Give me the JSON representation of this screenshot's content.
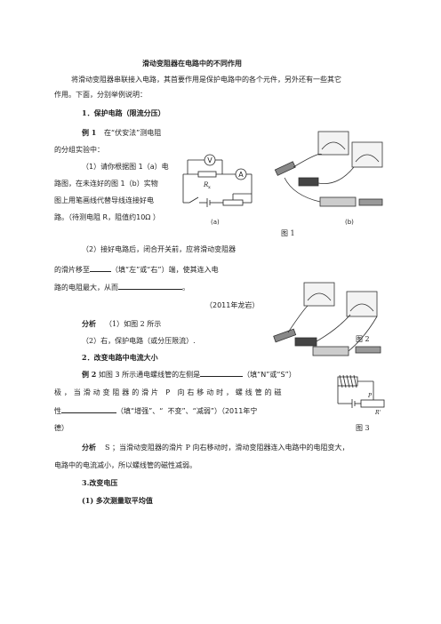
{
  "title": "滑动变阻器在电路中的不同作用",
  "intro": {
    "line1": "将滑动变阻器串联接入电路，其首要作用是保护电路中的各个元件，另外还有一些其它",
    "line2": "作用。下面，分别举例说明："
  },
  "section1": {
    "heading": "1．保护电路（限流分压）",
    "example_label": "例 1",
    "ex_line1": "在“伏安法”测电阻",
    "ex_line2": "的分组实验中：",
    "q1_line1": "（1）请你根据图 1（a）电",
    "q1_line2": "路图，在未连好的图 1（b）实物",
    "q1_line3": "图上用笔画线代替导线连接好电",
    "q1_line4": "路。（待测电阻 R，阻值约10Ω ）",
    "q2_line1": "（2）接好电路后，闭合开关前，应将滑动变阻器",
    "q2_line2a": "的滑片移至",
    "q2_line2b": "（填“左”或“右”）端，使其连入电",
    "q2_line3a": "路的电阻最大，从而",
    "q2_line3b": "。",
    "source": "（2011年龙岩）",
    "analysis_label": "分析",
    "analysis1": "（1）如图 2 所示",
    "analysis2": "（2）右，保护电路（或分压限流）."
  },
  "figure1": {
    "caption": "图 1",
    "label_a": "(a)",
    "label_b": "(b)",
    "meter_v": "V",
    "meter_a": "A",
    "resistor": "R",
    "resistor_sub": "x"
  },
  "figure2": {
    "caption": "图 2"
  },
  "section2": {
    "heading": "2．改变电路中电流大小",
    "example_label": "例 2",
    "line1a": "如图 3 所示通电螺线管的左侧是",
    "line1b": "（填“N”或“S”）",
    "line2": "极，当滑动变阻器的滑片 P 向右移动时，螺线管的磁",
    "line3a": "性",
    "line3b": "（填“增强”、“",
    "line3c": "不变”、“减弱”）（2011年宁",
    "line4": "德）",
    "analysis_label": "分析",
    "analysis_line1": "S ；当滑动变阻器的滑片 P 向右移动时，滑动变阻器连入电路中的电阻变大，",
    "analysis_line2": "电路中的电流减小，所以螺线管的磁性减弱。"
  },
  "figure3": {
    "caption": "图 3",
    "label_p": "P",
    "label_r": "R'"
  },
  "section3": {
    "heading": "3.改变电压",
    "sub1": "(1) 多次测量取平均值"
  }
}
